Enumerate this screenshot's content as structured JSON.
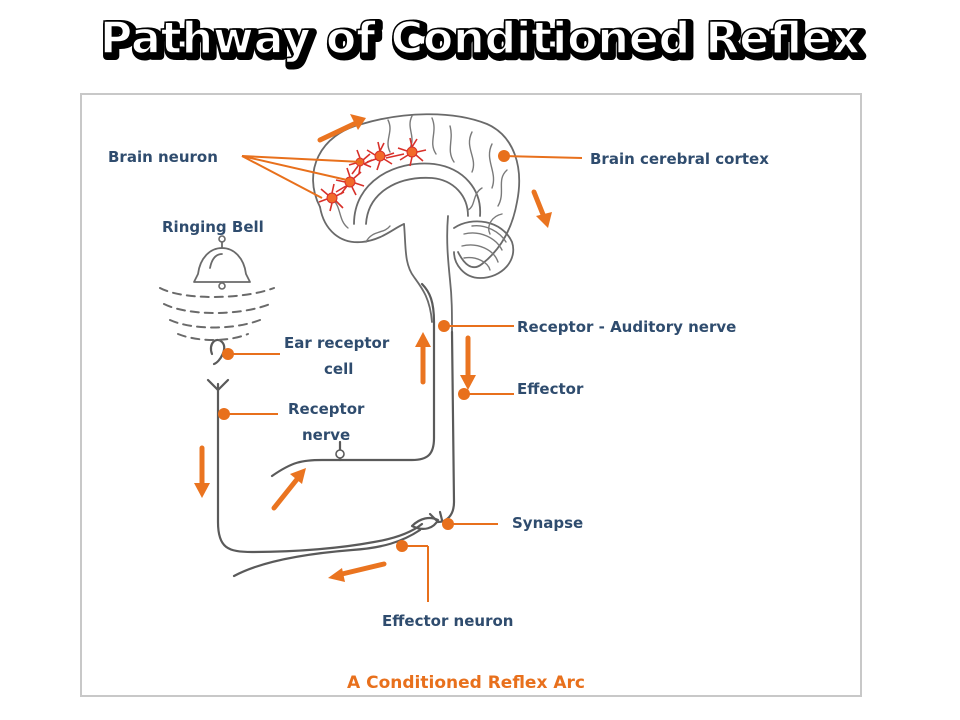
{
  "title": "Pathway of Conditioned Reflex",
  "labels": {
    "brain_neuron": "Brain neuron",
    "brain_cortex": "Brain cerebral cortex",
    "ringing_bell": "Ringing Bell",
    "ear_receptor_line1": "Ear receptor",
    "ear_receptor_line2": "cell",
    "receptor_auditory": "Receptor - Auditory nerve",
    "effector": "Effector",
    "receptor_nerve_line1": "Receptor",
    "receptor_nerve_line2": "nerve",
    "synapse": "Synapse",
    "effector_neuron": "Effector neuron"
  },
  "caption": "A Conditioned Reflex Arc",
  "colors": {
    "title_text": "#000000",
    "label_text": "#2f4c6e",
    "accent": "#e8701c",
    "neuron": "#d8302a",
    "line": "#5a5a5a"
  }
}
